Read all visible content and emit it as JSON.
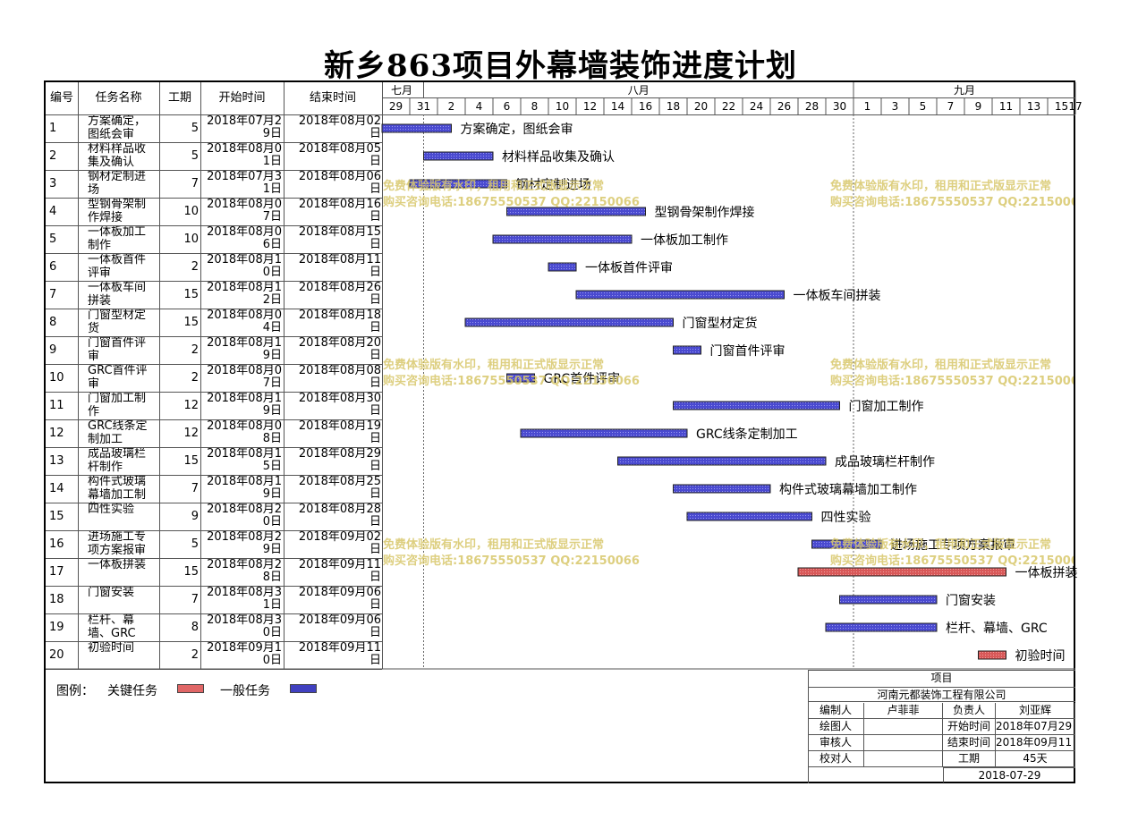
{
  "title": "新乡863项目外幕墙装饰进度计划",
  "columns": [
    "编号",
    "任务名称",
    "工期",
    "开始时间",
    "结束时间"
  ],
  "months": [
    {
      "label": "七月",
      "from": "07-29",
      "to": "07-31"
    },
    {
      "label": "八月",
      "from": "08-01",
      "to": "08-31"
    },
    {
      "label": "九月",
      "from": "09-01",
      "to": "09-17"
    }
  ],
  "day_ticks": [
    "29",
    "31",
    "2",
    "4",
    "6",
    "8",
    "10",
    "12",
    "14",
    "16",
    "18",
    "20",
    "22",
    "24",
    "26",
    "28",
    "30",
    "1",
    "3",
    "5",
    "7",
    "9",
    "11",
    "13",
    "15",
    "17"
  ],
  "colors": {
    "critical": "#e06666",
    "normal": "#4040c0",
    "watermark": "#d8c76a"
  },
  "chart_data": {
    "type": "gantt",
    "title": "新乡863项目外幕墙装饰进度计划",
    "x_range": [
      "2018-07-29",
      "2018-09-17"
    ],
    "tasks": [
      {
        "id": "1",
        "name": "方案确定，图纸会审",
        "name_cell": "方案确定，图纸会审",
        "duration": "5",
        "start_label": "2018年07月29日",
        "end_label": "2018年08月02日",
        "start": "2018-07-29",
        "end": "2018-08-02",
        "kind": "normal"
      },
      {
        "id": "2",
        "name": "材料样品收集及确认",
        "name_cell": "材料样品收集及确认",
        "duration": "5",
        "start_label": "2018年08月01日",
        "end_label": "2018年08月05日",
        "start": "2018-08-01",
        "end": "2018-08-05",
        "kind": "normal"
      },
      {
        "id": "3",
        "name": "钢材定制进场",
        "name_cell": "钢材定制进场",
        "duration": "7",
        "start_label": "2018年07月31日",
        "end_label": "2018年08月06日",
        "start": "2018-07-31",
        "end": "2018-08-06",
        "kind": "normal"
      },
      {
        "id": "4",
        "name": "型钢骨架制作焊接",
        "name_cell": "型钢骨架制作焊接",
        "duration": "10",
        "start_label": "2018年08月07日",
        "end_label": "2018年08月16日",
        "start": "2018-08-07",
        "end": "2018-08-16",
        "kind": "normal"
      },
      {
        "id": "5",
        "name": "一体板加工制作",
        "name_cell": "一体板加工制作",
        "duration": "10",
        "start_label": "2018年08月06日",
        "end_label": "2018年08月15日",
        "start": "2018-08-06",
        "end": "2018-08-15",
        "kind": "normal"
      },
      {
        "id": "6",
        "name": "一体板首件评审",
        "name_cell": "一体板首件评审",
        "duration": "2",
        "start_label": "2018年08月10日",
        "end_label": "2018年08月11日",
        "start": "2018-08-10",
        "end": "2018-08-11",
        "kind": "normal"
      },
      {
        "id": "7",
        "name": "一体板车间拼装",
        "name_cell": "一体板车间拼装",
        "duration": "15",
        "start_label": "2018年08月12日",
        "end_label": "2018年08月26日",
        "start": "2018-08-12",
        "end": "2018-08-26",
        "kind": "normal"
      },
      {
        "id": "8",
        "name": "门窗型材定货",
        "name_cell": "门窗型材定货",
        "duration": "15",
        "start_label": "2018年08月04日",
        "end_label": "2018年08月18日",
        "start": "2018-08-04",
        "end": "2018-08-18",
        "kind": "normal"
      },
      {
        "id": "9",
        "name": "门窗首件评审",
        "name_cell": "门窗首件评审",
        "duration": "2",
        "start_label": "2018年08月19日",
        "end_label": "2018年08月20日",
        "start": "2018-08-19",
        "end": "2018-08-20",
        "kind": "normal"
      },
      {
        "id": "10",
        "name": "GRC首件评审",
        "name_cell": "GRC首件评审",
        "duration": "2",
        "start_label": "2018年08月07日",
        "end_label": "2018年08月08日",
        "start": "2018-08-07",
        "end": "2018-08-08",
        "kind": "normal"
      },
      {
        "id": "11",
        "name": "门窗加工制作",
        "name_cell": "门窗加工制作",
        "duration": "12",
        "start_label": "2018年08月19日",
        "end_label": "2018年08月30日",
        "start": "2018-08-19",
        "end": "2018-08-30",
        "kind": "normal"
      },
      {
        "id": "12",
        "name": "GRC线条定制加工",
        "name_cell": "GRC线条定制加工",
        "duration": "12",
        "start_label": "2018年08月08日",
        "end_label": "2018年08月19日",
        "start": "2018-08-08",
        "end": "2018-08-19",
        "kind": "normal"
      },
      {
        "id": "13",
        "name": "成品玻璃栏杆制作",
        "name_cell": "成品玻璃栏杆制作",
        "duration": "15",
        "start_label": "2018年08月15日",
        "end_label": "2018年08月29日",
        "start": "2018-08-15",
        "end": "2018-08-29",
        "kind": "normal"
      },
      {
        "id": "14",
        "name": "构件式玻璃幕墙加工制作",
        "name_cell": "构件式玻璃幕墙加工制作",
        "duration": "7",
        "start_label": "2018年08月19日",
        "end_label": "2018年08月25日",
        "start": "2018-08-19",
        "end": "2018-08-25",
        "kind": "normal"
      },
      {
        "id": "15",
        "name": "四性实验",
        "name_cell": "四性实验",
        "duration": "9",
        "start_label": "2018年08月20日",
        "end_label": "2018年08月28日",
        "start": "2018-08-20",
        "end": "2018-08-28",
        "kind": "normal"
      },
      {
        "id": "16",
        "name": "进场施工专项方案报审",
        "name_cell": "进场施工专项方案报审",
        "duration": "5",
        "start_label": "2018年08月29日",
        "end_label": "2018年09月02日",
        "start": "2018-08-29",
        "end": "2018-09-02",
        "kind": "normal"
      },
      {
        "id": "17",
        "name": "一体板拼装",
        "name_cell": "一体板拼装",
        "duration": "15",
        "start_label": "2018年08月28日",
        "end_label": "2018年09月11日",
        "start": "2018-08-28",
        "end": "2018-09-11",
        "kind": "critical"
      },
      {
        "id": "18",
        "name": "门窗安装",
        "name_cell": "门窗安装",
        "duration": "7",
        "start_label": "2018年08月31日",
        "end_label": "2018年09月06日",
        "start": "2018-08-31",
        "end": "2018-09-06",
        "kind": "normal"
      },
      {
        "id": "19",
        "name": "栏杆、幕墙、GRC",
        "name_cell": "栏杆、幕墙、GRC",
        "duration": "8",
        "start_label": "2018年08月30日",
        "end_label": "2018年09月06日",
        "start": "2018-08-30",
        "end": "2018-09-06",
        "kind": "normal"
      },
      {
        "id": "20",
        "name": "初验时间",
        "name_cell": "初验时间",
        "duration": "2",
        "start_label": "2018年09月10日",
        "end_label": "2018年09月11日",
        "start": "2018-09-10",
        "end": "2018-09-11",
        "kind": "critical"
      }
    ]
  },
  "legend": {
    "label": "图例：",
    "critical": "关键任务",
    "normal": "一般任务"
  },
  "watermark": {
    "line1": "免费体验版有水印，租用和正式版显示正常",
    "line2": "购买咨询电话:18675550537 QQ:22150066"
  },
  "info": {
    "header": "项目",
    "company": "河南元都装饰工程有限公司",
    "rows": [
      {
        "k1": "编制人",
        "v1": "卢菲菲",
        "k2": "负责人",
        "v2": "刘亚辉"
      },
      {
        "k1": "绘图人",
        "v1": "",
        "k2": "开始时间",
        "v2": "2018年07月29日"
      },
      {
        "k1": "审核人",
        "v1": "",
        "k2": "结束时间",
        "v2": "2018年09月11日"
      },
      {
        "k1": "校对人",
        "v1": "",
        "k2": "工期",
        "v2": "45天"
      }
    ],
    "date": "2018-07-29"
  }
}
